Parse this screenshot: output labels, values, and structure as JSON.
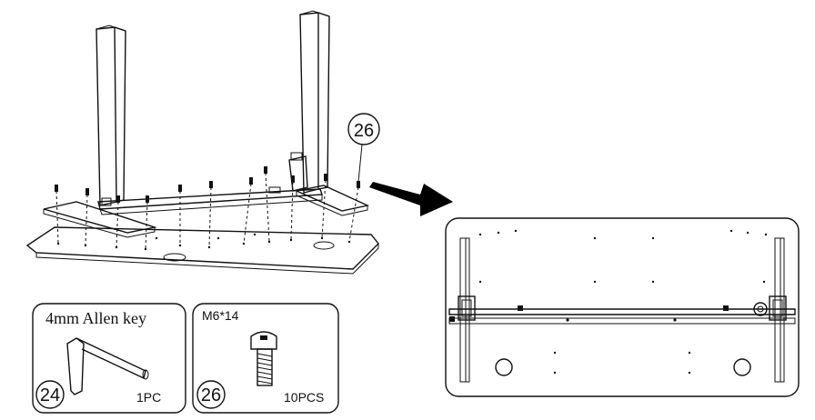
{
  "callout": {
    "number": "26"
  },
  "parts": [
    {
      "name": "4mm Allen key",
      "number": "24",
      "qty": "1PC"
    },
    {
      "name": "M6*14",
      "number": "26",
      "qty": "10PCS"
    }
  ],
  "icons": {
    "arrow": "right-arrow-icon",
    "allen_key": "allen-key-icon",
    "screw": "screw-icon"
  }
}
